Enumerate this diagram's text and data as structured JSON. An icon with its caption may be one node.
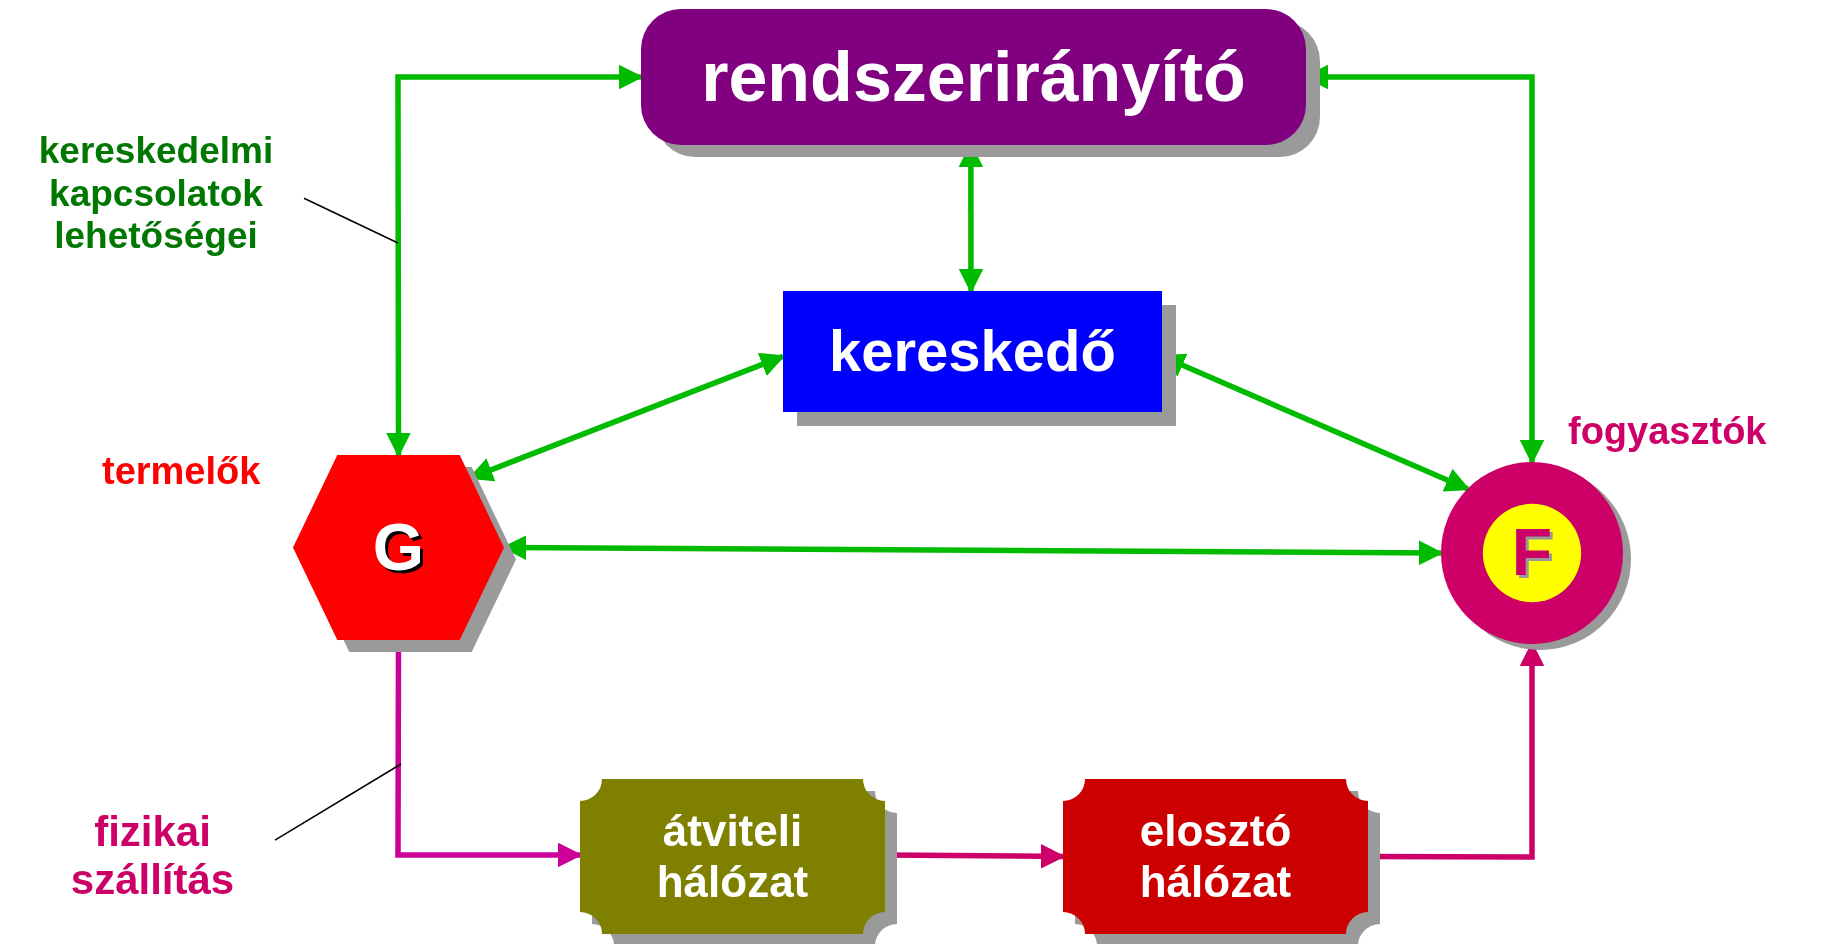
{
  "diagram": {
    "nodes": [
      {
        "text": [
          "rendszerirányító"
        ]
      },
      {
        "text": [
          "kereskedő"
        ]
      },
      {
        "text": [
          "G"
        ],
        "beside": [
          "termelők"
        ]
      },
      {
        "text": [
          "F"
        ],
        "beside": [
          "fogyasztók"
        ]
      },
      {
        "text": [
          "átviteli hálózat"
        ]
      },
      {
        "text": [
          "elosztó hálózat"
        ]
      },
      {
        "text": [
          "kereskedelmi kapcsolatok lehetőségei"
        ]
      },
      {
        "text": [
          "fizikai szállítás"
        ]
      }
    ],
    "edges": [
      {
        "from": 0,
        "to": 2,
        "arrow": "both"
      },
      {
        "from": 0,
        "to": 3,
        "arrow": "both"
      },
      {
        "from": 0,
        "to": 1,
        "arrow": "both"
      },
      {
        "from": 1,
        "to": 2,
        "arrow": "both"
      },
      {
        "from": 1,
        "to": 3,
        "arrow": "both"
      },
      {
        "from": 2,
        "to": 3,
        "arrow": "both"
      },
      {
        "from": 2,
        "to": 4,
        "arrow": "to",
        "color": "#cc0099"
      },
      {
        "from": 4,
        "to": 5,
        "arrow": "to",
        "color": "#cc0066"
      },
      {
        "from": 5,
        "to": 3,
        "arrow": "to",
        "color": "#cc0066"
      },
      {
        "from": 6,
        "to": null,
        "arrow": "none",
        "color": "#000000"
      },
      {
        "from": 7,
        "to": null,
        "arrow": "none",
        "color": "#000000"
      }
    ]
  }
}
